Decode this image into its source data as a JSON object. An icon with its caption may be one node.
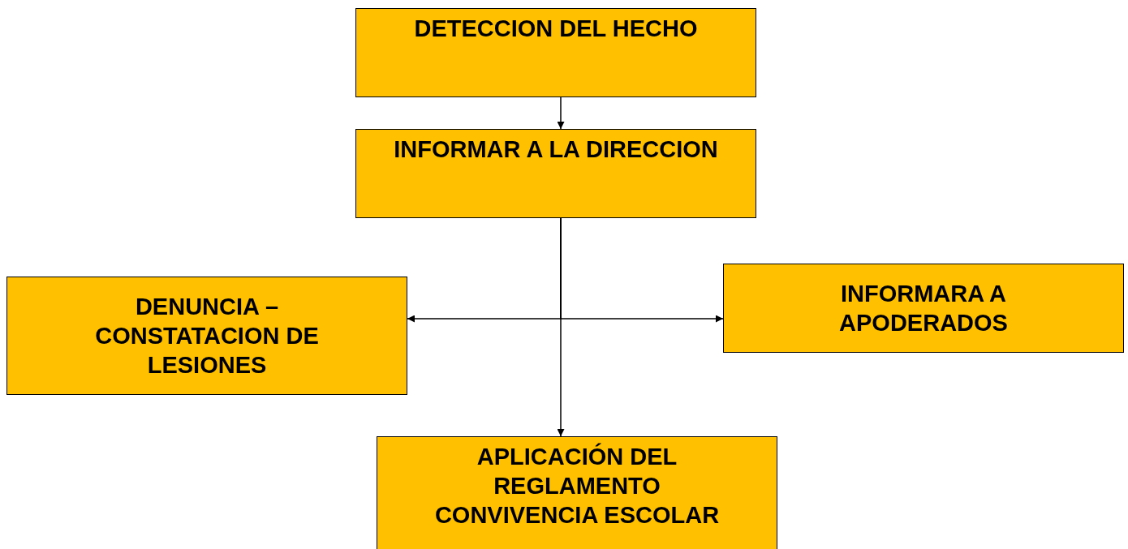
{
  "diagram": {
    "nodes": [
      {
        "text": [
          "DETECCION DEL HECHO"
        ]
      },
      {
        "text": [
          "INFORMAR A LA DIRECCION"
        ]
      },
      {
        "text": [
          "DENUNCIA – CONSTATACION DE LESIONES"
        ]
      },
      {
        "text": [
          "INFORMARA A APODERADOS"
        ]
      },
      {
        "text": [
          "APLICACIÓN DEL REGLAMENTO CONVIVENCIA ESCOLAR"
        ]
      }
    ],
    "edges": [
      {
        "from": 0,
        "to": 1,
        "arrow": "to"
      },
      {
        "from": 1,
        "to": 2,
        "arrow": "to"
      },
      {
        "from": 1,
        "to": 3,
        "arrow": "to"
      },
      {
        "from": 1,
        "to": 4,
        "arrow": "to"
      }
    ]
  }
}
